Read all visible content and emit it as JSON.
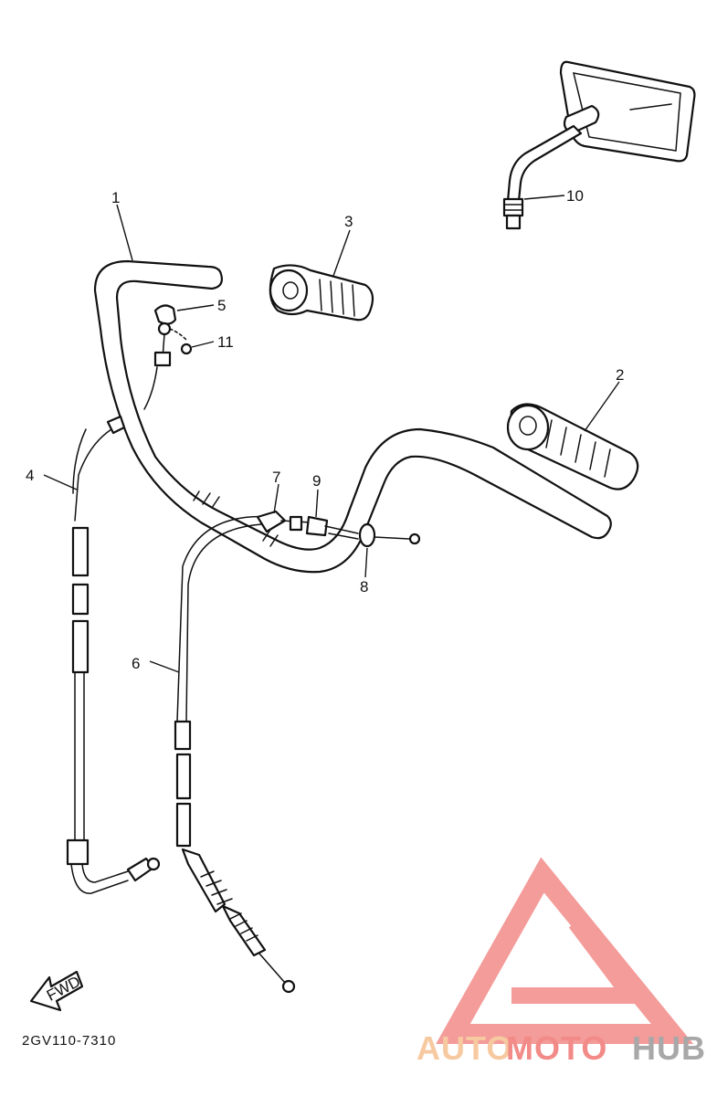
{
  "diagram": {
    "code": "2GV110-7310",
    "fwd_label": "FWD",
    "parts": [
      {
        "num": "1"
      },
      {
        "num": "2"
      },
      {
        "num": "3"
      },
      {
        "num": "4"
      },
      {
        "num": "5"
      },
      {
        "num": "6"
      },
      {
        "num": "7"
      },
      {
        "num": "8"
      },
      {
        "num": "9"
      },
      {
        "num": "10"
      },
      {
        "num": "11"
      }
    ]
  },
  "watermark": {
    "brand_a": "AUTO",
    "brand_b": "MOTO",
    "brand_c": "HUB",
    "color_light": "#f6c9a0",
    "color_accent": "#f28b88",
    "color_dark": "#a8a8a8"
  }
}
